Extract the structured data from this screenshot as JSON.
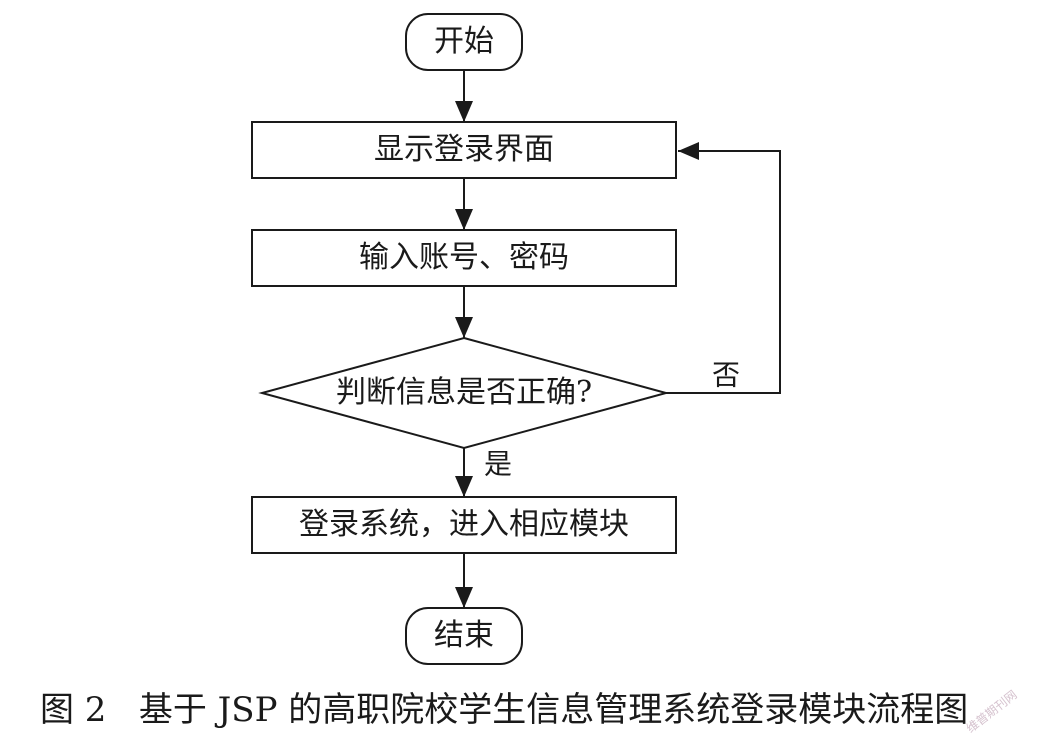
{
  "nodes": {
    "start": "开始",
    "show_login": "显示登录界面",
    "input_credentials": "输入账号、密码",
    "check_correct": "判断信息是否正确?",
    "login_enter": "登录系统，进入相应模块",
    "end": "结束"
  },
  "edges": {
    "no_label": "否",
    "yes_label": "是"
  },
  "caption": "图 2   基于 JSP 的高职院校学生信息管理系统登录模块流程图",
  "watermark": "维普期刊网",
  "colors": {
    "stroke": "#1a1a1a",
    "background": "#ffffff",
    "watermark": "#d6c3cf"
  }
}
